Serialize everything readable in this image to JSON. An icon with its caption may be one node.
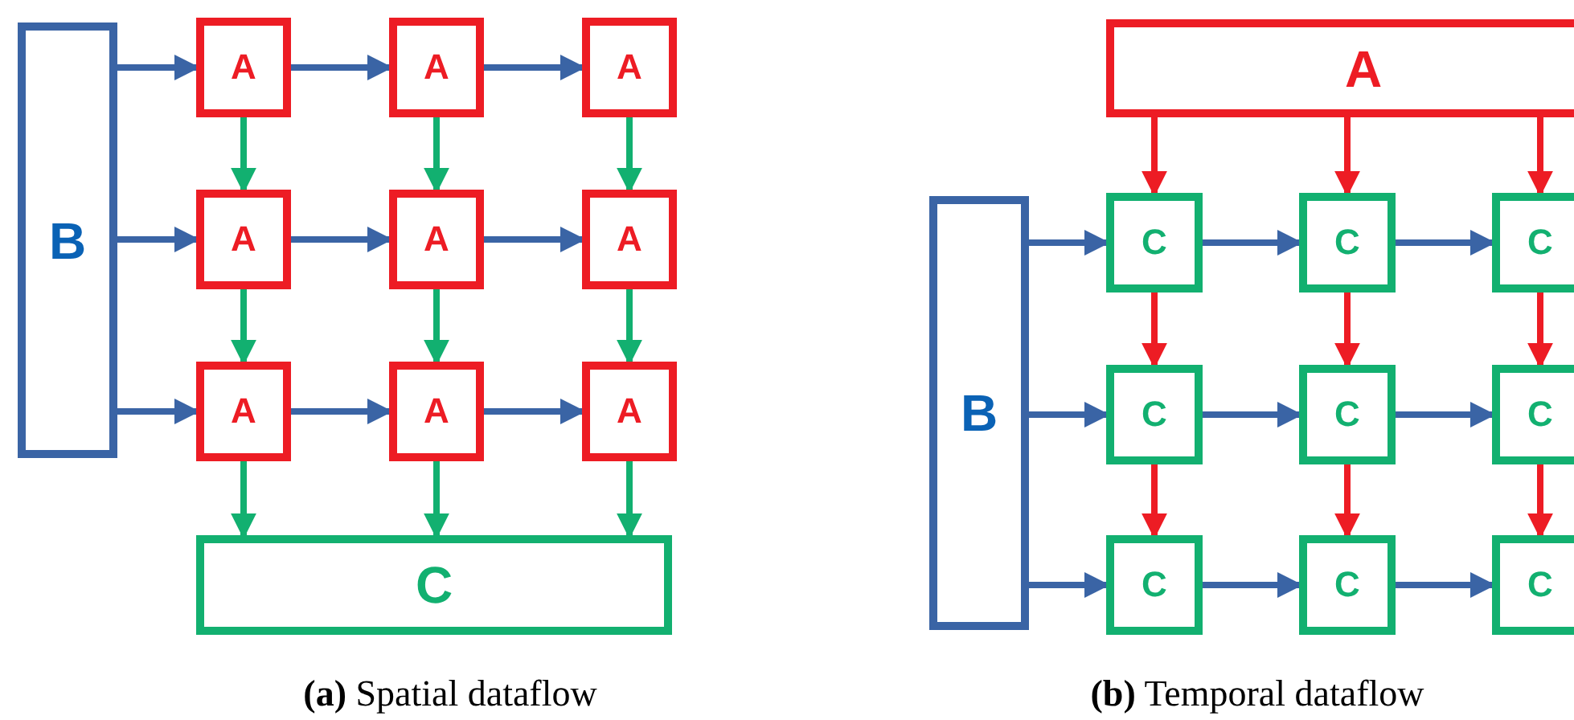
{
  "diagram": {
    "nodes": [
      {
        "text": [
          "B"
        ]
      },
      {
        "text": [
          "A"
        ]
      },
      {
        "text": [
          "A"
        ]
      },
      {
        "text": [
          "A"
        ]
      },
      {
        "text": [
          "A"
        ]
      },
      {
        "text": [
          "A"
        ]
      },
      {
        "text": [
          "A"
        ]
      },
      {
        "text": [
          "A"
        ]
      },
      {
        "text": [
          "A"
        ]
      },
      {
        "text": [
          "A"
        ]
      },
      {
        "text": [
          "C"
        ]
      },
      {
        "text": [
          "A"
        ]
      },
      {
        "text": [
          "B"
        ]
      },
      {
        "text": [
          "C"
        ]
      },
      {
        "text": [
          "C"
        ]
      },
      {
        "text": [
          "C"
        ]
      },
      {
        "text": [
          "C"
        ]
      },
      {
        "text": [
          "C"
        ]
      },
      {
        "text": [
          "C"
        ]
      },
      {
        "text": [
          "C"
        ]
      },
      {
        "text": [
          "C"
        ]
      },
      {
        "text": [
          "C"
        ]
      }
    ],
    "edges": [
      {
        "from": 0,
        "to": 1,
        "arrow": "to",
        "color": "#3a64a5"
      },
      {
        "from": 1,
        "to": 2,
        "arrow": "to",
        "color": "#3a64a5"
      },
      {
        "from": 2,
        "to": 3,
        "arrow": "to",
        "color": "#3a64a5"
      },
      {
        "from": 0,
        "to": 4,
        "arrow": "to",
        "color": "#3a64a5"
      },
      {
        "from": 4,
        "to": 5,
        "arrow": "to",
        "color": "#3a64a5"
      },
      {
        "from": 5,
        "to": 6,
        "arrow": "to",
        "color": "#3a64a5"
      },
      {
        "from": 0,
        "to": 7,
        "arrow": "to",
        "color": "#3a64a5"
      },
      {
        "from": 7,
        "to": 8,
        "arrow": "to",
        "color": "#3a64a5"
      },
      {
        "from": 8,
        "to": 9,
        "arrow": "to",
        "color": "#3a64a5"
      },
      {
        "from": 1,
        "to": 4,
        "arrow": "to",
        "color": "#12b070"
      },
      {
        "from": 2,
        "to": 5,
        "arrow": "to",
        "color": "#12b070"
      },
      {
        "from": 3,
        "to": 6,
        "arrow": "to",
        "color": "#12b070"
      },
      {
        "from": 4,
        "to": 7,
        "arrow": "to",
        "color": "#12b070"
      },
      {
        "from": 5,
        "to": 8,
        "arrow": "to",
        "color": "#12b070"
      },
      {
        "from": 6,
        "to": 9,
        "arrow": "to",
        "color": "#12b070"
      },
      {
        "from": 7,
        "to": 10,
        "arrow": "to",
        "color": "#12b070"
      },
      {
        "from": 8,
        "to": 10,
        "arrow": "to",
        "color": "#12b070"
      },
      {
        "from": 9,
        "to": 10,
        "arrow": "to",
        "color": "#12b070"
      },
      {
        "from": 11,
        "to": 13,
        "arrow": "to",
        "color": "#ed1c24"
      },
      {
        "from": 11,
        "to": 14,
        "arrow": "to",
        "color": "#ed1c24"
      },
      {
        "from": 11,
        "to": 15,
        "arrow": "to",
        "color": "#ed1c24"
      },
      {
        "from": 12,
        "to": 13,
        "arrow": "to",
        "color": "#3a64a5"
      },
      {
        "from": 13,
        "to": 14,
        "arrow": "to",
        "color": "#3a64a5"
      },
      {
        "from": 14,
        "to": 15,
        "arrow": "to",
        "color": "#3a64a5"
      },
      {
        "from": 12,
        "to": 16,
        "arrow": "to",
        "color": "#3a64a5"
      },
      {
        "from": 16,
        "to": 17,
        "arrow": "to",
        "color": "#3a64a5"
      },
      {
        "from": 17,
        "to": 18,
        "arrow": "to",
        "color": "#3a64a5"
      },
      {
        "from": 12,
        "to": 19,
        "arrow": "to",
        "color": "#3a64a5"
      },
      {
        "from": 19,
        "to": 20,
        "arrow": "to",
        "color": "#3a64a5"
      },
      {
        "from": 20,
        "to": 21,
        "arrow": "to",
        "color": "#3a64a5"
      },
      {
        "from": 13,
        "to": 16,
        "arrow": "to",
        "color": "#ed1c24"
      },
      {
        "from": 14,
        "to": 17,
        "arrow": "to",
        "color": "#ed1c24"
      },
      {
        "from": 15,
        "to": 18,
        "arrow": "to",
        "color": "#ed1c24"
      },
      {
        "from": 16,
        "to": 19,
        "arrow": "to",
        "color": "#ed1c24"
      },
      {
        "from": 17,
        "to": 20,
        "arrow": "to",
        "color": "#ed1c24"
      },
      {
        "from": 18,
        "to": 21,
        "arrow": "to",
        "color": "#ed1c24"
      }
    ],
    "labels": [
      "**(a)** Spatial dataflow",
      "**(b)** Temporal dataflow"
    ]
  }
}
